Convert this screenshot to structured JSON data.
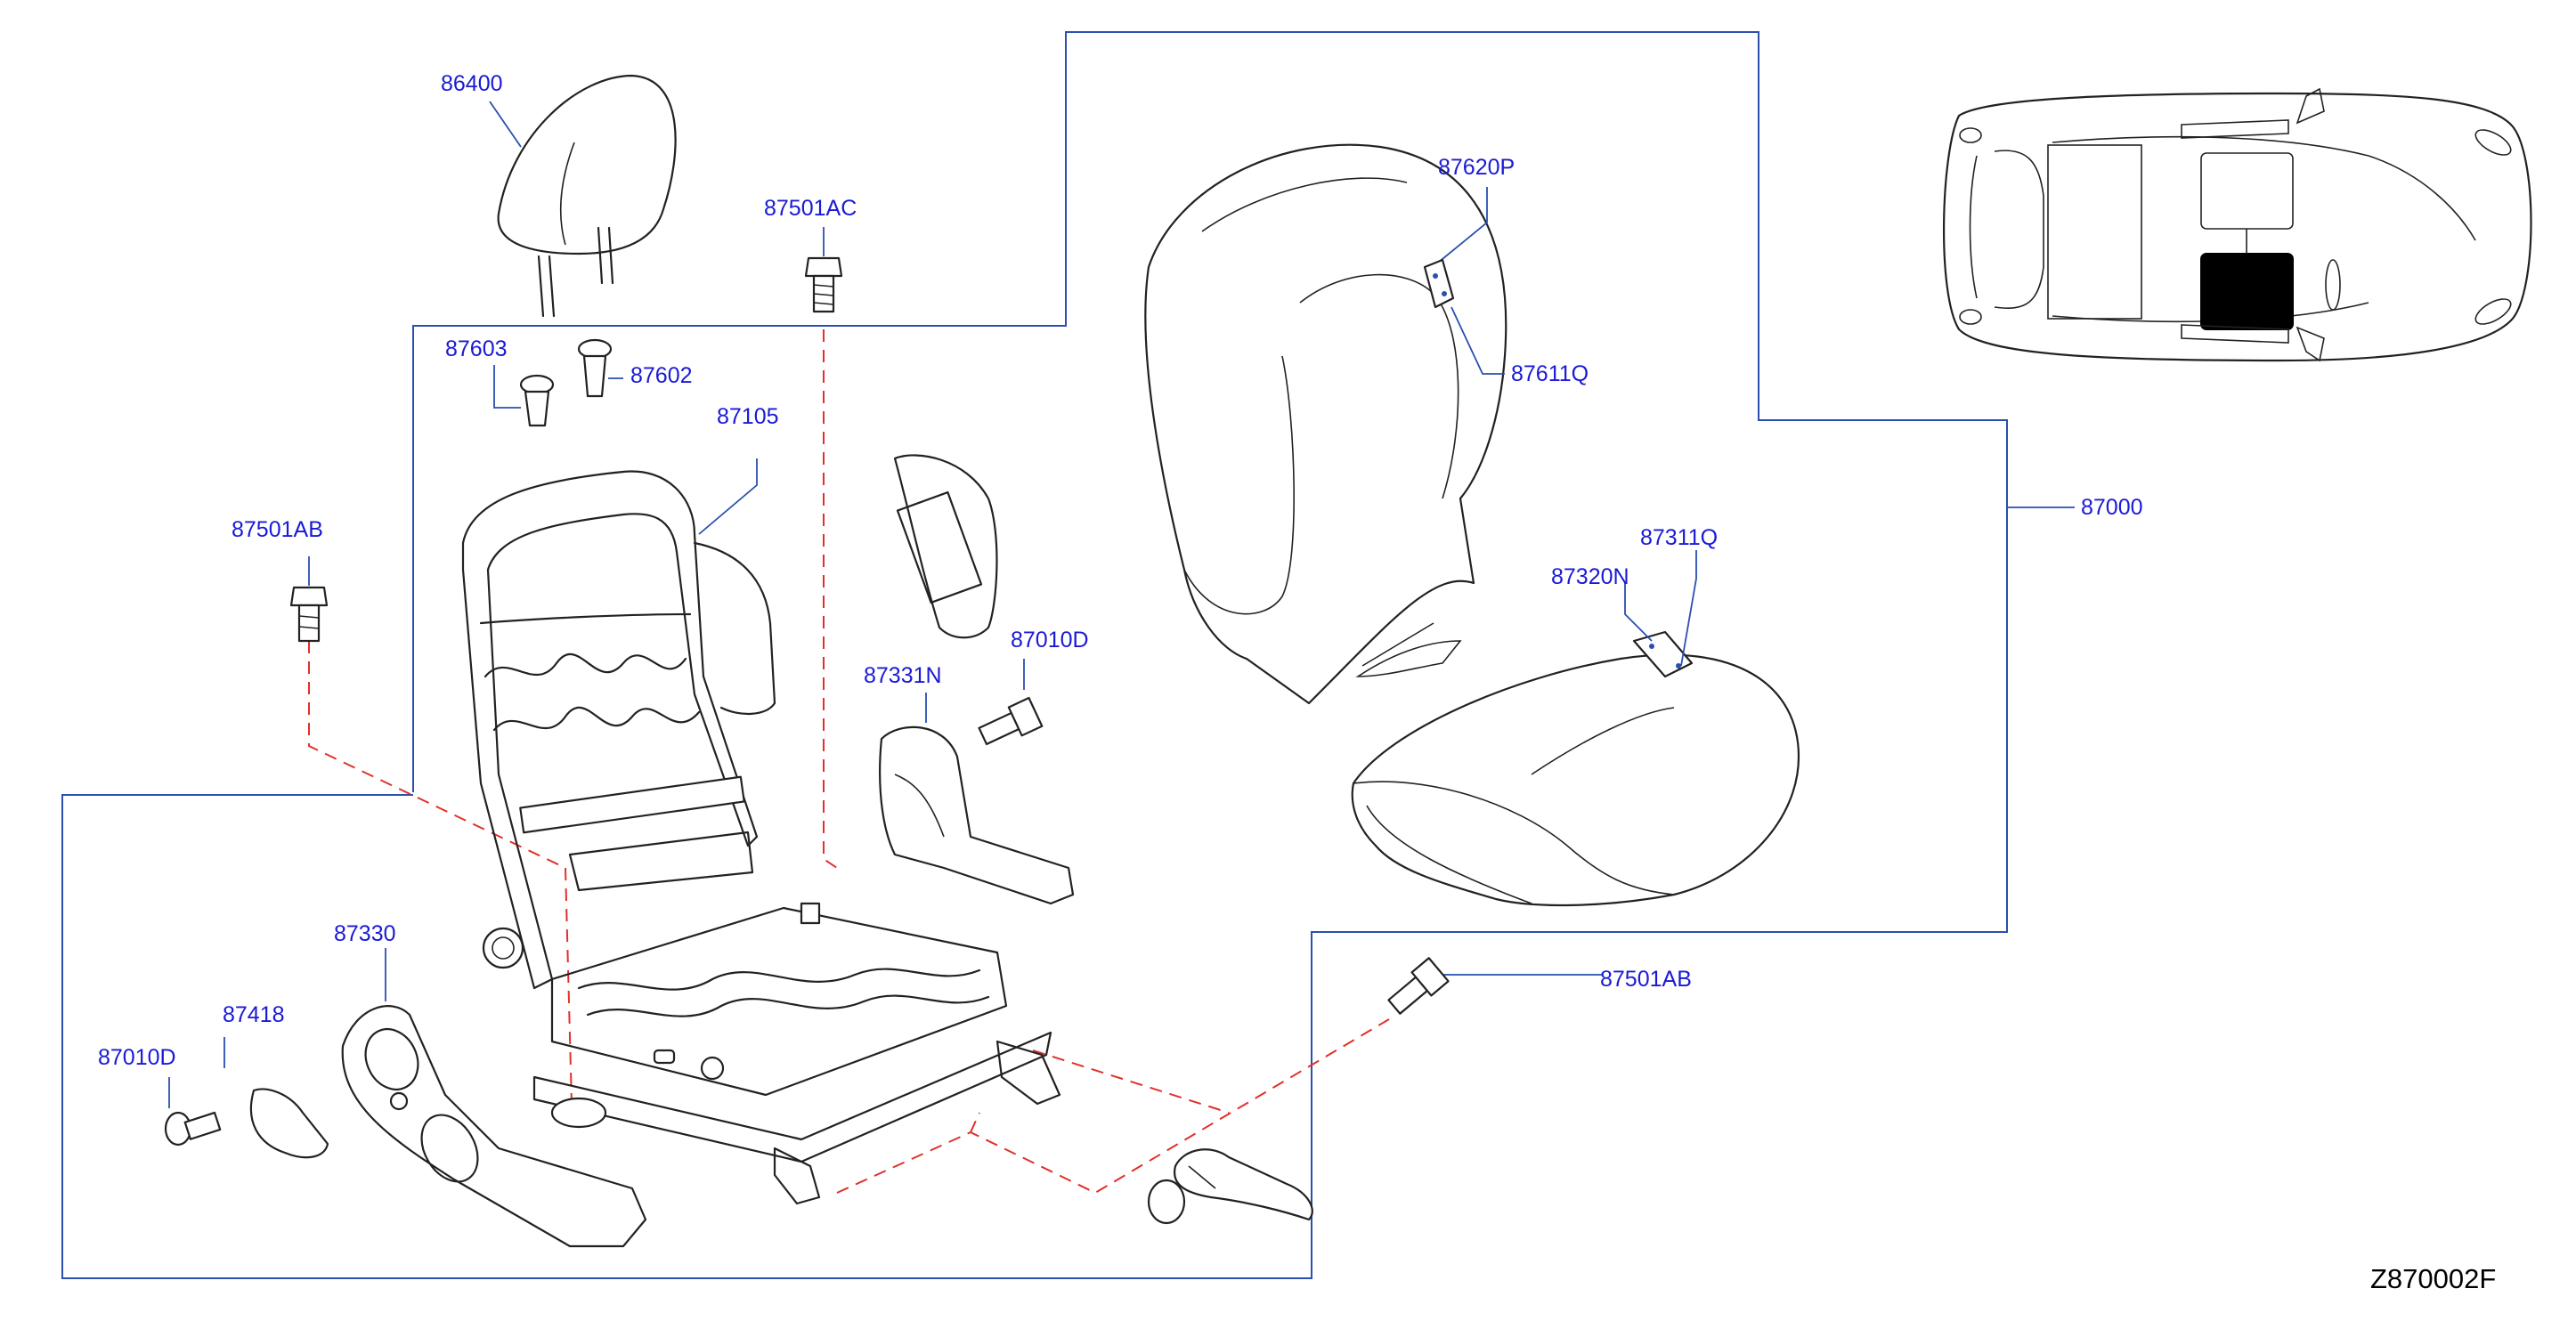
{
  "diagram_code": "Z870002F",
  "labels": {
    "p86400": "86400",
    "p87501AC": "87501AC",
    "p87603": "87603",
    "p87602": "87602",
    "p87105": "87105",
    "p87501AB_left": "87501AB",
    "p87331N": "87331N",
    "p87010D_right": "87010D",
    "p87330": "87330",
    "p87418": "87418",
    "p87010D_left": "87010D",
    "p87620P": "87620P",
    "p87611Q": "87611Q",
    "p87000": "87000",
    "p87311Q": "87311Q",
    "p87320N": "87320N",
    "p87501AB_right": "87501AB"
  },
  "colors": {
    "label": "#1a1ad6",
    "frame": "#2a4fb0",
    "dashed": "#e0302a",
    "drawing": "#222222"
  }
}
